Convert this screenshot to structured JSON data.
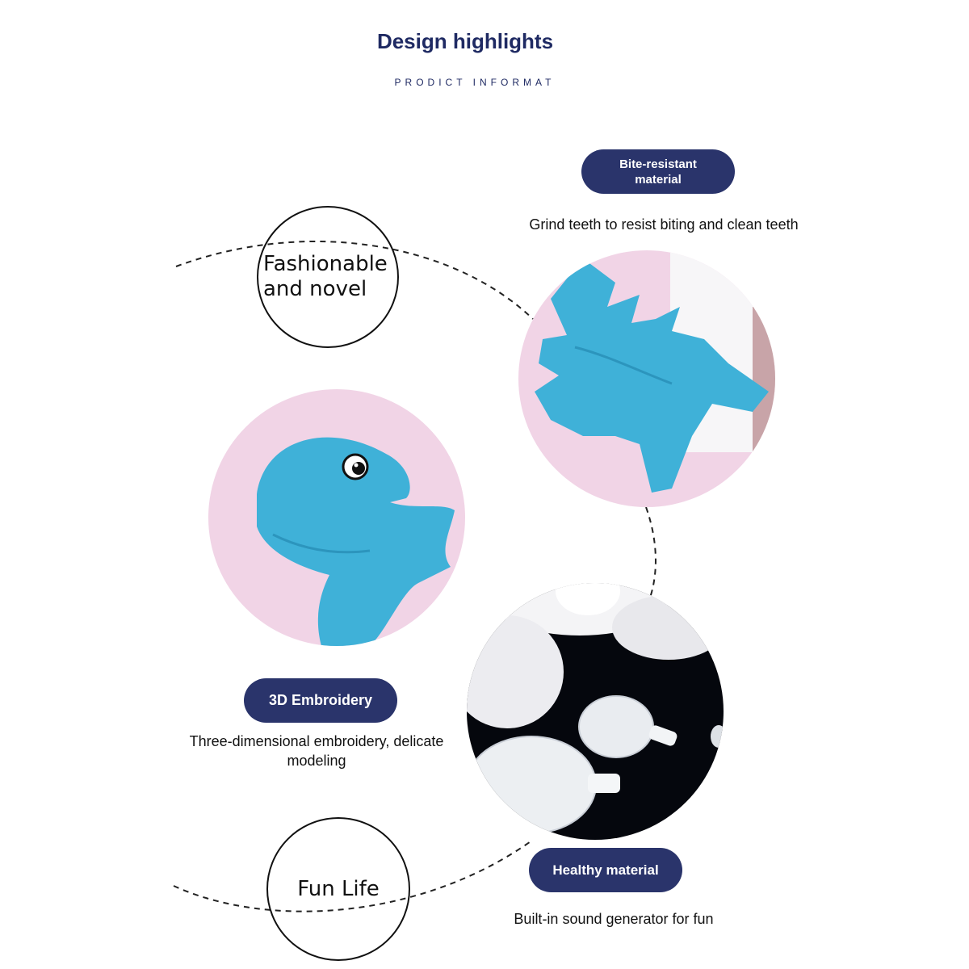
{
  "header": {
    "title": "Design highlights",
    "subtitle": "PRODICT INFORMAT"
  },
  "labels": {
    "fashionable": "Fashionable and novel",
    "fun_life": "Fun Life"
  },
  "features": [
    {
      "badge": "Bite-resistant material",
      "caption": "Grind teeth to resist biting and clean teeth"
    },
    {
      "badge": "3D Embroidery",
      "caption": "Three-dimensional embroidery, delicate modeling"
    },
    {
      "badge": "Healthy material",
      "caption": "Built-in sound generator for fun"
    }
  ],
  "images": [
    {
      "name": "blue-shark-plush-tail-photo"
    },
    {
      "name": "blue-shark-plush-head-photo"
    },
    {
      "name": "cotton-and-squeaker-photo"
    }
  ],
  "colors": {
    "accent": "#2a346b",
    "title": "#1f2a63",
    "plush": "#3fb1d8",
    "pink_bg": "#f1d4e6"
  }
}
